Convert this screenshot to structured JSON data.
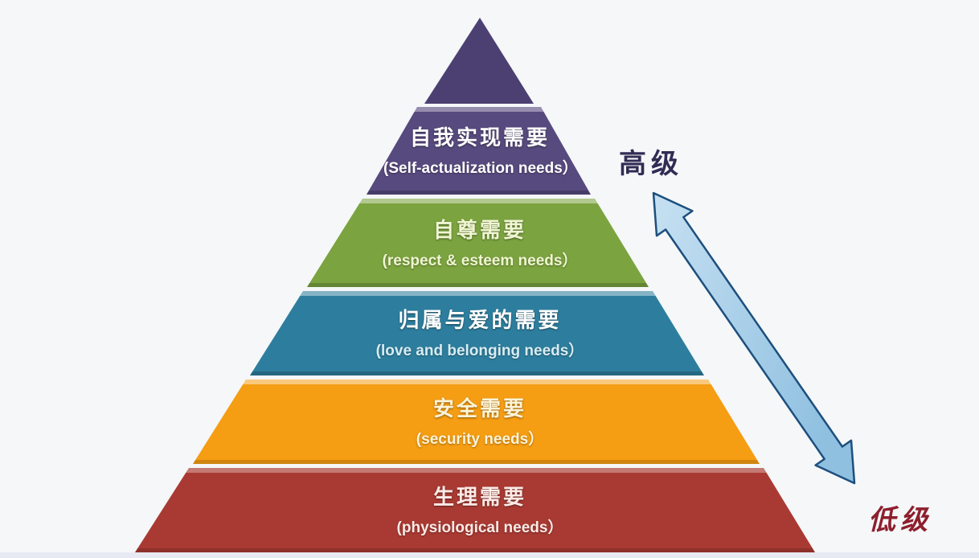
{
  "diagram": {
    "layers": [
      {
        "zh": "自我实现需要",
        "en": "(Self-actualization needs）",
        "color": "#574a7e"
      },
      {
        "zh": "自尊需要",
        "en": "(respect & esteem needs）",
        "color": "#7ba33f"
      },
      {
        "zh": "归属与爱的需要",
        "en": "(love and belonging needs）",
        "color": "#2d7e9e"
      },
      {
        "zh": "安全需要",
        "en": "(security needs）",
        "color": "#f59d13"
      },
      {
        "zh": "生理需要",
        "en": "(physiological needs）",
        "color": "#a93a33"
      }
    ],
    "apex_color": "#4c4073",
    "side_labels": {
      "high": "高级",
      "high_color": "#312b55",
      "low": "低级",
      "low_color": "#8e1f2e"
    },
    "arrow": {
      "fill_light": "#c6e0f2",
      "fill_dark": "#8fc0e0",
      "stroke": "#1d4f7e"
    }
  }
}
